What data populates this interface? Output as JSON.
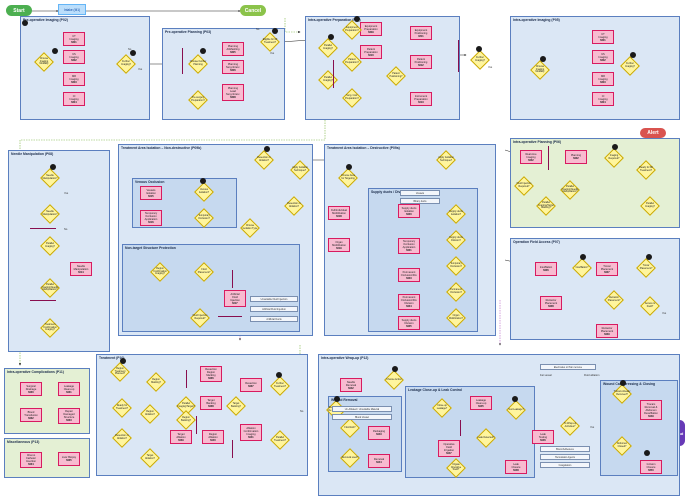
{
  "terminals": {
    "start": "Start",
    "cancel": "Cancel",
    "alert": "Alert",
    "end": "End",
    "intake": "Intake (M1)"
  },
  "panels": {
    "preop_imaging": "Pre-operative Imaging (P02)",
    "preop_planning": "Pre-operative Planning (P03)",
    "intraop_prep": "Intra-operative Preparation (P04)",
    "intraop_imaging": "Intra-operative Imaging (P05)",
    "intraop_planning": "Intra-operative Planning (P06)",
    "needle_manip": "Needle Manipulation (P08)",
    "isolation_nd": "Treatment Area Isolation – Non-destructive (P09b)",
    "isolation_d": "Treatment Area Isolation – Destructive (P09a)",
    "venous": "Venous Occlusion",
    "nontarget": "Non-target Structure Protection",
    "supply_ducts": "Supply ducts / Division",
    "opfield": "Operation Field Access (P07)",
    "complications": "Intra-operative Complications (P11)",
    "misc": "Miscellaneous (P13)",
    "treatment": "Treatment (P10)",
    "wrapup": "Intra-operative Wrap-up (P12)",
    "closeup": "Leakage Close-up & Leak Control",
    "wound_removal": "Wound Removal",
    "wound_closure": "Wound Care Dressing & Closing"
  },
  "processes": {
    "ct1": [
      "CT",
      "Imaging",
      "M01"
    ],
    "us1": [
      "US",
      "Imaging",
      "M02"
    ],
    "mr1": [
      "MR",
      "Imaging",
      "M03"
    ],
    "cy1": [
      "CI",
      "Imaging",
      "M04"
    ],
    "plan_ai": [
      "Planning",
      "AI/Meshing",
      "M05"
    ],
    "plan_surg": [
      "Planning",
      "Surg./Interv.",
      "M06"
    ],
    "plan_lead": [
      "Planning",
      "Lead",
      "Surg./Interv.",
      "M08"
    ],
    "equip": [
      "Equipment",
      "Preparation",
      "M09"
    ],
    "patient_prep": [
      "Patient",
      "Preparation",
      "M10"
    ],
    "equip_pos": [
      "Equipment",
      "Positioning",
      "M11"
    ],
    "patient_pos": [
      "Patient",
      "Positioning",
      "M12"
    ],
    "instr_prep": [
      "Instrument",
      "Preparation",
      "M13"
    ],
    "ct2": [
      "CT",
      "Imaging",
      "M01"
    ],
    "us2": [
      "US",
      "Imaging",
      "M02"
    ],
    "mr2": [
      "MR",
      "Imaging",
      "M03"
    ],
    "ci2": [
      "CI",
      "Imaging",
      "M04"
    ],
    "real_planning": [
      "Planning",
      "M22"
    ],
    "imgplan": [
      "Real-time",
      "Imaging",
      "M22"
    ],
    "needle_manip_box": [
      "Needle",
      "Manipulation",
      "M14"
    ],
    "vessel_iso": [
      "Vessels",
      "Isolation",
      "M15"
    ],
    "temp_occl": [
      "Temporary",
      "Occlusion",
      "Application",
      "M16"
    ],
    "art_fluid": [
      "Artificial",
      "Fluid",
      "Injection",
      "M17"
    ],
    "full_mob": [
      "Full/Individual",
      "Mobilization",
      "M18"
    ],
    "organ_mob": [
      "Organ",
      "Mobilization",
      "M19"
    ],
    "supply_iso": [
      "Supply ducts",
      "Isolation",
      "M20"
    ],
    "temp_occl2": [
      "Temporary",
      "Occlusion",
      "Application",
      "M21"
    ],
    "perm_occl": [
      "Permanent",
      "Occlusion/Div.",
      "M23"
    ],
    "perm_occl2": [
      "Permanent",
      "Occlusion/Div.",
      "Division",
      "M24"
    ],
    "supply_div": [
      "Supply ducts",
      "Division",
      "M25"
    ],
    "insufflation": [
      "Insufflation",
      "M26"
    ],
    "trocar_place": [
      "Trocar",
      "Placement",
      "M27"
    ],
    "retractor_place": [
      "Retractor",
      "Placement",
      "M28"
    ],
    "retractor_place2": [
      "Retractor",
      "Placement",
      "M29"
    ],
    "surg_drain": [
      "Surgical",
      "Drainage",
      "M30"
    ],
    "leak_cleanup": [
      "Leakage",
      "Clean-up",
      "M31"
    ],
    "blood_trans": [
      "Blood",
      "Transfusion",
      "M32"
    ],
    "repair_damage": [
      "Repair",
      "Damaged",
      "Structure",
      "M33"
    ],
    "chemo": [
      "Chemo",
      "Catheter",
      "Insertion",
      "M34"
    ],
    "liver_biopsy": [
      "Liver Biopsy",
      "M35"
    ],
    "region_marking": [
      "Resection",
      "Region",
      "Marking",
      "M36"
    ],
    "resection": [
      "Resection",
      "M37"
    ],
    "target_banking": [
      "Target",
      "Banking",
      "M38"
    ],
    "target_ablation": [
      "Target",
      "Ablation",
      "M39"
    ],
    "region_ablation": [
      "Region",
      "Ablation",
      "M40"
    ],
    "ablation_confirm": [
      "Ablation",
      "Confirmation",
      "Imaging",
      "M41"
    ],
    "needle_removal": [
      "Needle",
      "Removal",
      "M42"
    ],
    "packaging": [
      "Packaging",
      "M43"
    ],
    "removal": [
      "Removal",
      "M44"
    ],
    "cleanup_act": [
      "Leakage",
      "Clean-up",
      "M45"
    ],
    "leak_test": [
      "Leak",
      "Testing",
      "M46"
    ],
    "operative_field_irr": [
      "Operative",
      "Field",
      "Irrigation",
      "M47"
    ],
    "leak_closure": [
      "Leak",
      "Closure",
      "M48"
    ],
    "trocars_removal": [
      "Trocars",
      "Removal &",
      "Abdomen",
      "Desufflation",
      "M49"
    ],
    "incision_closure": [
      "Incision",
      "Closure",
      "M50"
    ]
  },
  "decisions": {
    "choose_imaging": "Choose Imaging Modality",
    "further_imaging": "Further Imaging?",
    "choose_eval": "Choose Further Planning",
    "eligible": "Eligible for MI Treatment?",
    "preop_prep": "Pre-surgery Preparation?",
    "parallel_imaging": "Parallel Imaging?",
    "equip_prep_q": "Equipment Preparation?",
    "patient_prep_q": "Patient Preparation?",
    "patient_pos_q": "Patient Positioning?",
    "surg_instr": "Surg. Instr. Preparation?",
    "further_imaging2": "Further Imaging?",
    "choose_imaging2": "Choose Imaging Modality",
    "imaging_required": "Imaging Required?",
    "ready_mi": "Ready for MI Treatment?",
    "parallel_imaging_needle": "Parallel Imaging/Needle Manipulation?",
    "parallel_imaging_target": "Parallel Imaging/Target Marking?",
    "needle_manip_q": "Needle Manipulation?",
    "needle_manip_q2": "Needle Manipulation?",
    "parallel_imaging3": "Parallel Imaging?",
    "parallel_imaging4": "Parallel Imaging/Needle Manipulation?",
    "treatment_confirm": "Treatment Confirmation Imaging?",
    "resection_ablation": "Resection or Ablation?",
    "venous_iso": "Venous Isolation?",
    "temp_occl_q": "Temporary Occlusion?",
    "choose_isolation": "Choose Isolation Type",
    "resection_or_abl2": "Resection or Ablation?",
    "apply_isolation": "Apply Isolation Technique?",
    "choose_area": "Choose Area for Targeting",
    "supply_iso_q": "Supply ducts Isolation?",
    "supply_div_q": "Supply ducts Division?",
    "temp_occl_q2": "Temporary Occlusion?",
    "perm_occl_q": "Permanent Occlusion?",
    "organ_mob_q": "Organ Mobilization?",
    "fluid_injection": "Fluid Injection Required?",
    "region_confirm": "Region Confirmation Imaging?",
    "parallel_imaging5": "Parallel Imaging?",
    "fluid_placement": "Fluid Placement?",
    "insufflation_q": "Insufflation?",
    "trocar_q": "Trocar Placement?",
    "retractor_q": "Retractor Placement?",
    "access_field": "Access to Field?",
    "region_treat": "Region Treatment Planned?",
    "region_marking_q": "Region Marking?",
    "ready_treat": "Ready for Treatment?",
    "resection_ablation3": "Resection or Ablation?",
    "region_ablation_q": "Region Ablation?",
    "target_ablation_q": "Target Ablation?",
    "parallel_target": "Parallel Imaging/Target?",
    "region_banking": "Region Banking?",
    "target_banking_q": "Target Banking?",
    "further_treat": "Further Treatment?",
    "parallel_treat": "Parallel Treatment?",
    "ready_end": "Ready to End the Operation?",
    "choose_action": "Choose Action",
    "fluid_exit": "Fluid Exit?",
    "removal_used": "Removal used?",
    "closeup_leak": "Close-up Leakage?",
    "test_leakage": "Test Leakage?",
    "leak_detected": "Leak Detected?",
    "irrigate": "Irrigate Operative Field?",
    "to_wrapup": "To Wrap-up Activities?",
    "trocars_q": "Trocars Already Removed?",
    "abdomen_q": "Abdomen Closed?"
  },
  "notes": {
    "vessel": "Vessels",
    "biliary": "Biliary ducts",
    "unsuitable": "Unsuitable Fluid Injection",
    "artificial": "Artificial Fluid Injection",
    "artificial_ducts": "Artificial Ducts",
    "unsuitable_abl": "Un-Ablated / Unsuitable Material",
    "vessels2": "Blood Vessel",
    "blood_adhesives": "Blood Adhesives",
    "hemostatic": "Hemostatic Agents",
    "coagulation": "Coagulation",
    "electrodes": "Electrodes or Pain remove",
    "fat_vessel": "Fat vessel",
    "fluid_ablation": "Fluid ablation",
    "yes": "Yes",
    "no": "No"
  }
}
